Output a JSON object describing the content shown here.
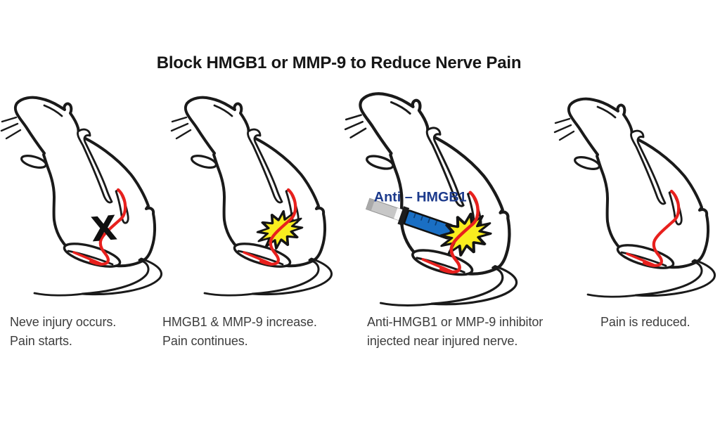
{
  "figure": {
    "title": "Block HMGB1 or MMP-9 to Reduce Nerve Pain",
    "panels": [
      {
        "name": "nerve-injury",
        "marker": "X",
        "caption_line1": "Neve injury occurs.",
        "caption_line2": "Pain starts."
      },
      {
        "name": "proteins-increase",
        "caption_line1": "HMGB1 & MMP-9 increase.",
        "caption_line2": "Pain continues."
      },
      {
        "name": "inhibitor-injection",
        "syringe_label": "Anti – HMGB1",
        "caption_line1": "Anti-HMGB1 or MMP-9 inhibitor",
        "caption_line2": "injected near injured nerve."
      },
      {
        "name": "pain-reduced",
        "caption_line1": "Pain is reduced.",
        "caption_line2": ""
      }
    ],
    "colors": {
      "nerve_red": "#e8201d",
      "starburst_yellow": "#f9ed1f",
      "tail_tan": "#f3ddc1",
      "syringe_blue": "#1a6fc4",
      "syringe_gray": "#c7c7c7",
      "label_navy": "#1c3a8c",
      "outline_black": "#1a1a1a"
    }
  }
}
